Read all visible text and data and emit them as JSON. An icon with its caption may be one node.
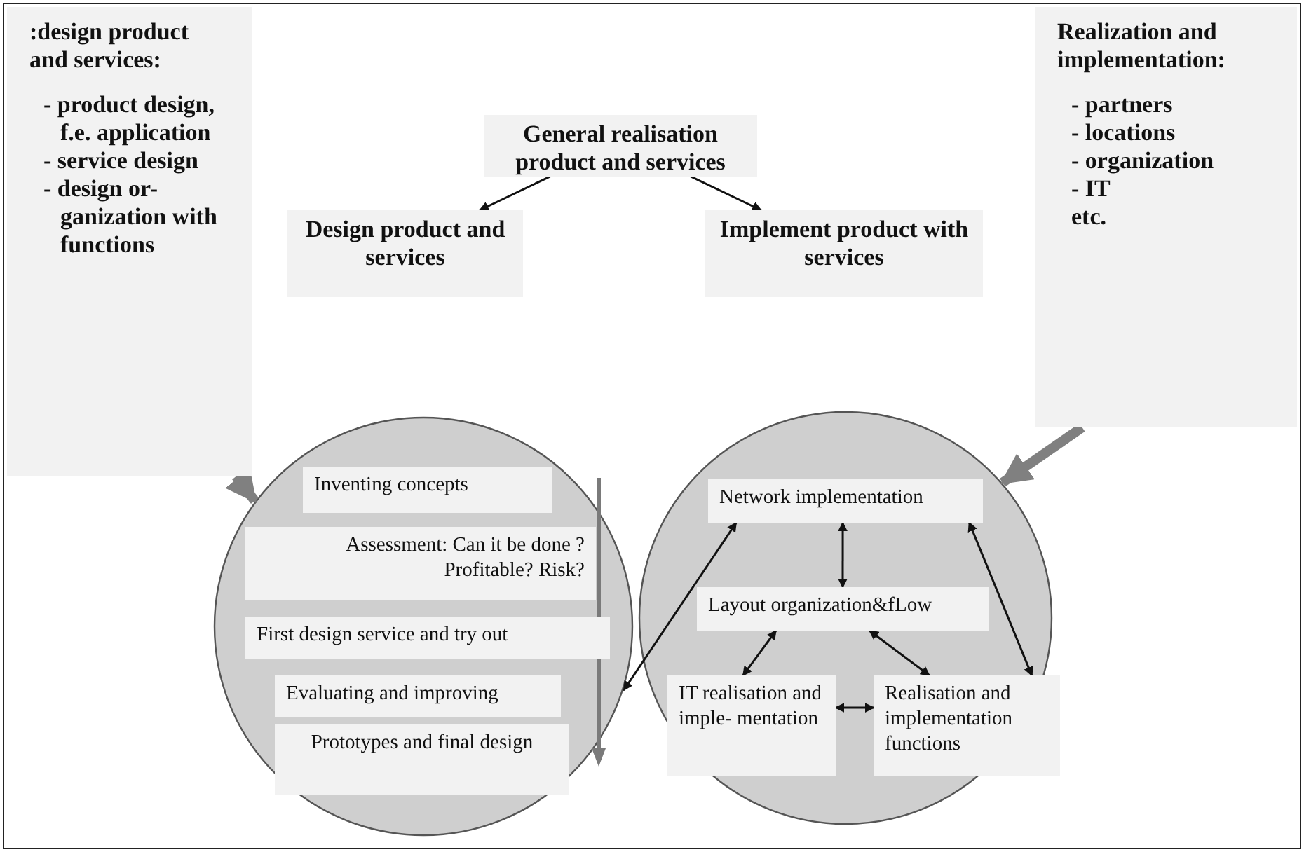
{
  "diagram": {
    "nodes": [
      {
        "text": [
          ":design product and services:",
          "- product design, f.e. application",
          "- service design",
          "- design or- ganization with functions"
        ]
      },
      {
        "text": [
          "General realisation product and services"
        ]
      },
      {
        "text": [
          "Design product and services"
        ]
      },
      {
        "text": [
          "Implement product with services"
        ]
      },
      {
        "text": [
          "Realization and implementation:",
          "- partners",
          "- locations",
          "- organization",
          "- IT",
          "etc."
        ]
      },
      {
        "text": [],
        "shape": "circle"
      },
      {
        "text": [
          "Inventing concepts"
        ],
        "in": 5
      },
      {
        "text": [
          "Assessment: Can it be done ? Profitable? Risk?"
        ],
        "in": 5
      },
      {
        "text": [
          "First design service and try out"
        ],
        "in": 5
      },
      {
        "text": [
          "Evaluating and improving"
        ],
        "in": 5
      },
      {
        "text": [
          "Prototypes and final design"
        ],
        "in": 5
      },
      {
        "text": [],
        "shape": "circle"
      },
      {
        "text": [
          "Network implementation"
        ],
        "in": 11
      },
      {
        "text": [
          "Layout organization&fLow"
        ],
        "in": 11
      },
      {
        "text": [
          "IT realisation and imple- mentation"
        ],
        "in": 11
      },
      {
        "text": [
          "Realisation and implementation functions"
        ],
        "in": 11
      }
    ],
    "edges": [
      {
        "from": 1,
        "to": 2,
        "arrow": "to"
      },
      {
        "from": 1,
        "to": 3,
        "arrow": "to"
      },
      {
        "from": 0,
        "to": 5,
        "arrow": "to",
        "style": "thick",
        "color": "#808080"
      },
      {
        "from": 4,
        "to": 11,
        "arrow": "to",
        "style": "thick",
        "color": "#808080"
      },
      {
        "from": 12,
        "to": 5,
        "arrow": "both"
      },
      {
        "from": 12,
        "to": 13,
        "arrow": "both"
      },
      {
        "from": 13,
        "to": 14,
        "arrow": "both"
      },
      {
        "from": 13,
        "to": 15,
        "arrow": "both"
      },
      {
        "from": 12,
        "to": 15,
        "arrow": "both"
      },
      {
        "from": 14,
        "to": 15,
        "arrow": "both"
      }
    ]
  }
}
